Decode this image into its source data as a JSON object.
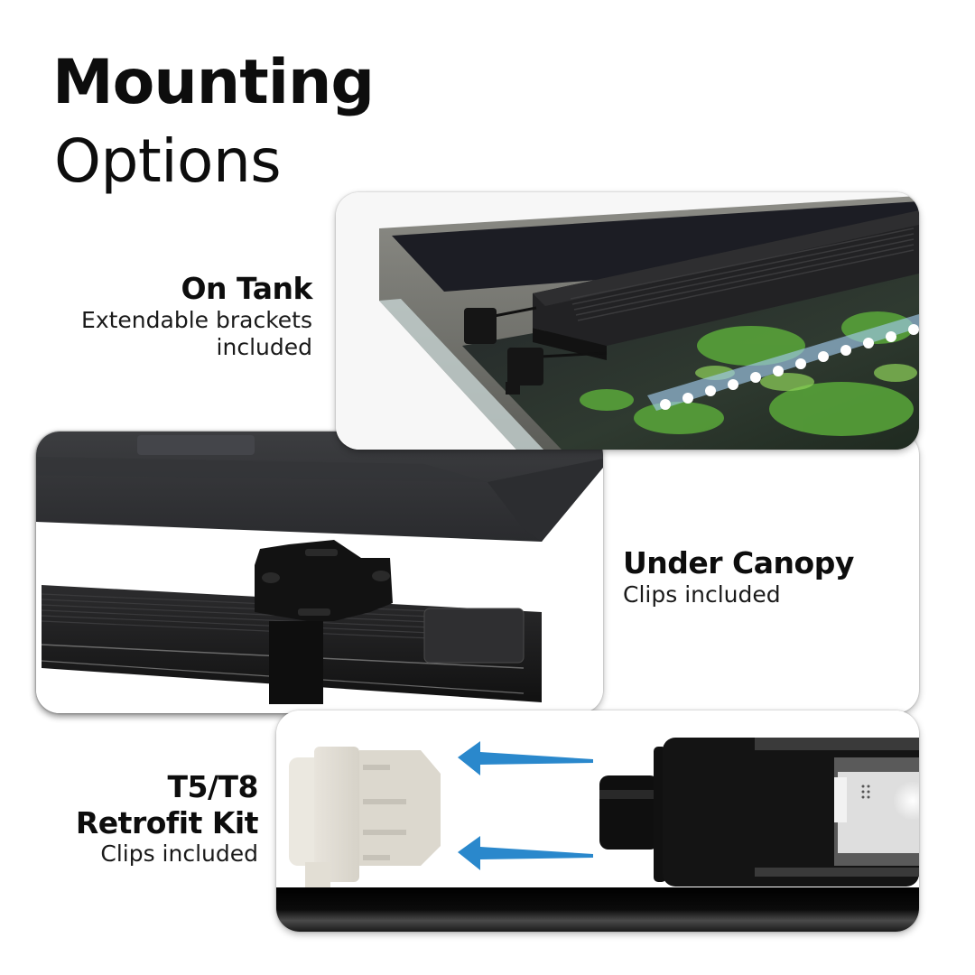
{
  "title": {
    "line1": "Mounting",
    "line2": "Options"
  },
  "options": [
    {
      "heading": "On Tank",
      "detail_line1": "Extendable brackets",
      "detail_line2": "included",
      "image": "led-light-on-aquarium-with-extendable-brackets"
    },
    {
      "heading": "Under Canopy",
      "detail_line1": "Clips included",
      "image": "led-light-mounted-under-canopy-with-clip"
    },
    {
      "heading_line1": "T5/T8",
      "heading_line2": "Retrofit Kit",
      "detail_line1": "Clips included",
      "image": "led-light-with-t5-t8-retrofit-end-cap"
    }
  ],
  "colors": {
    "text": "#0d0d0d",
    "arrow_blue": "#2a88cc",
    "fixture_black": "#1b1b1b",
    "background": "#ffffff"
  }
}
